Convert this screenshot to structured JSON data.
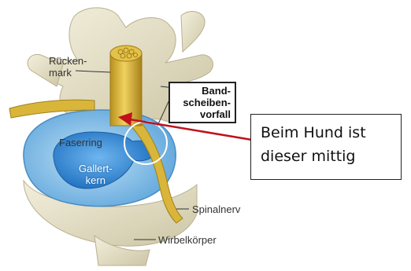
{
  "labels": {
    "spinal_cord": "Rücken-\nmark",
    "herniation": "Band-\nscheiben-\nvorfall",
    "annulus": "Faserring",
    "nucleus": "Gallert-\nkern",
    "spinal_nerve": "Spinalnerv",
    "vertebral_body": "Wirbelkörper"
  },
  "callout": {
    "text": "Beim Hund ist\ndieser mittig"
  },
  "colors": {
    "bone": "#e8e2c8",
    "spinal_cord": "#e6c13a",
    "disc_annulus": "#8fc4ea",
    "disc_nucleus": "#3a8fd8",
    "arrow": "#c0121b"
  },
  "icons": {
    "arrow": "red-arrow"
  }
}
